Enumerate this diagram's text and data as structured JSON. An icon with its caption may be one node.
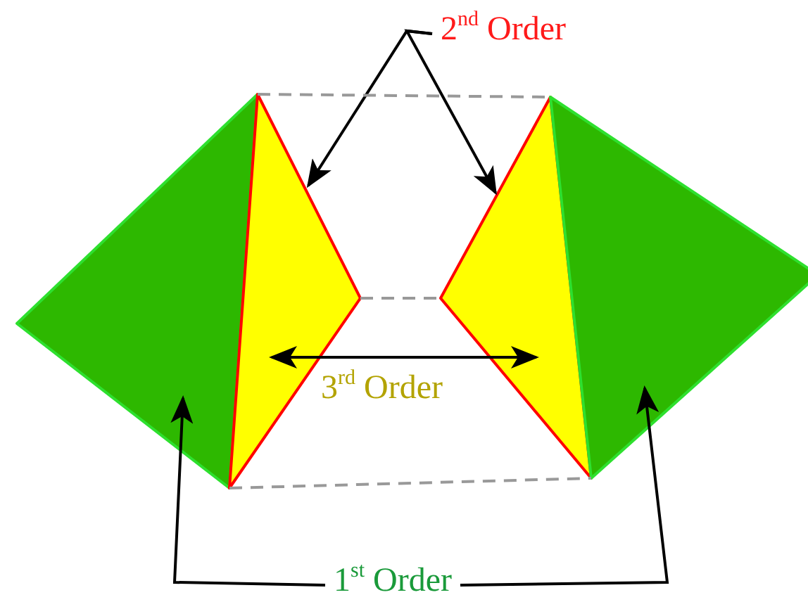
{
  "diagram": {
    "nodes": [
      {
        "text": [
          "2$^{nd}$ Order"
        ]
      },
      {
        "text": [],
        "shape": "triangle"
      },
      {
        "text": [],
        "shape": "triangle"
      },
      {
        "text": [],
        "shape": "triangle"
      },
      {
        "text": [],
        "shape": "triangle"
      },
      {
        "text": [
          "1$^{st}$ Order"
        ]
      }
    ],
    "edges": [
      {
        "from": 0,
        "to": 2,
        "arrow": "to"
      },
      {
        "from": 0,
        "to": 3,
        "arrow": "to"
      },
      {
        "from": 2,
        "to": 3,
        "arrow": "both",
        "label": "3$^{rd}$ Order"
      },
      {
        "from": 5,
        "to": 1,
        "arrow": "to"
      },
      {
        "from": 5,
        "to": 4,
        "arrow": "to"
      },
      {
        "from": 2,
        "to": 3,
        "arrow": "none",
        "style": "dashed",
        "color": "#999999"
      },
      {
        "from": 2,
        "to": 3,
        "arrow": "none",
        "style": "dashed",
        "color": "#999999"
      },
      {
        "from": 2,
        "to": 3,
        "arrow": "none",
        "style": "dashed",
        "color": "#999999"
      }
    ]
  }
}
